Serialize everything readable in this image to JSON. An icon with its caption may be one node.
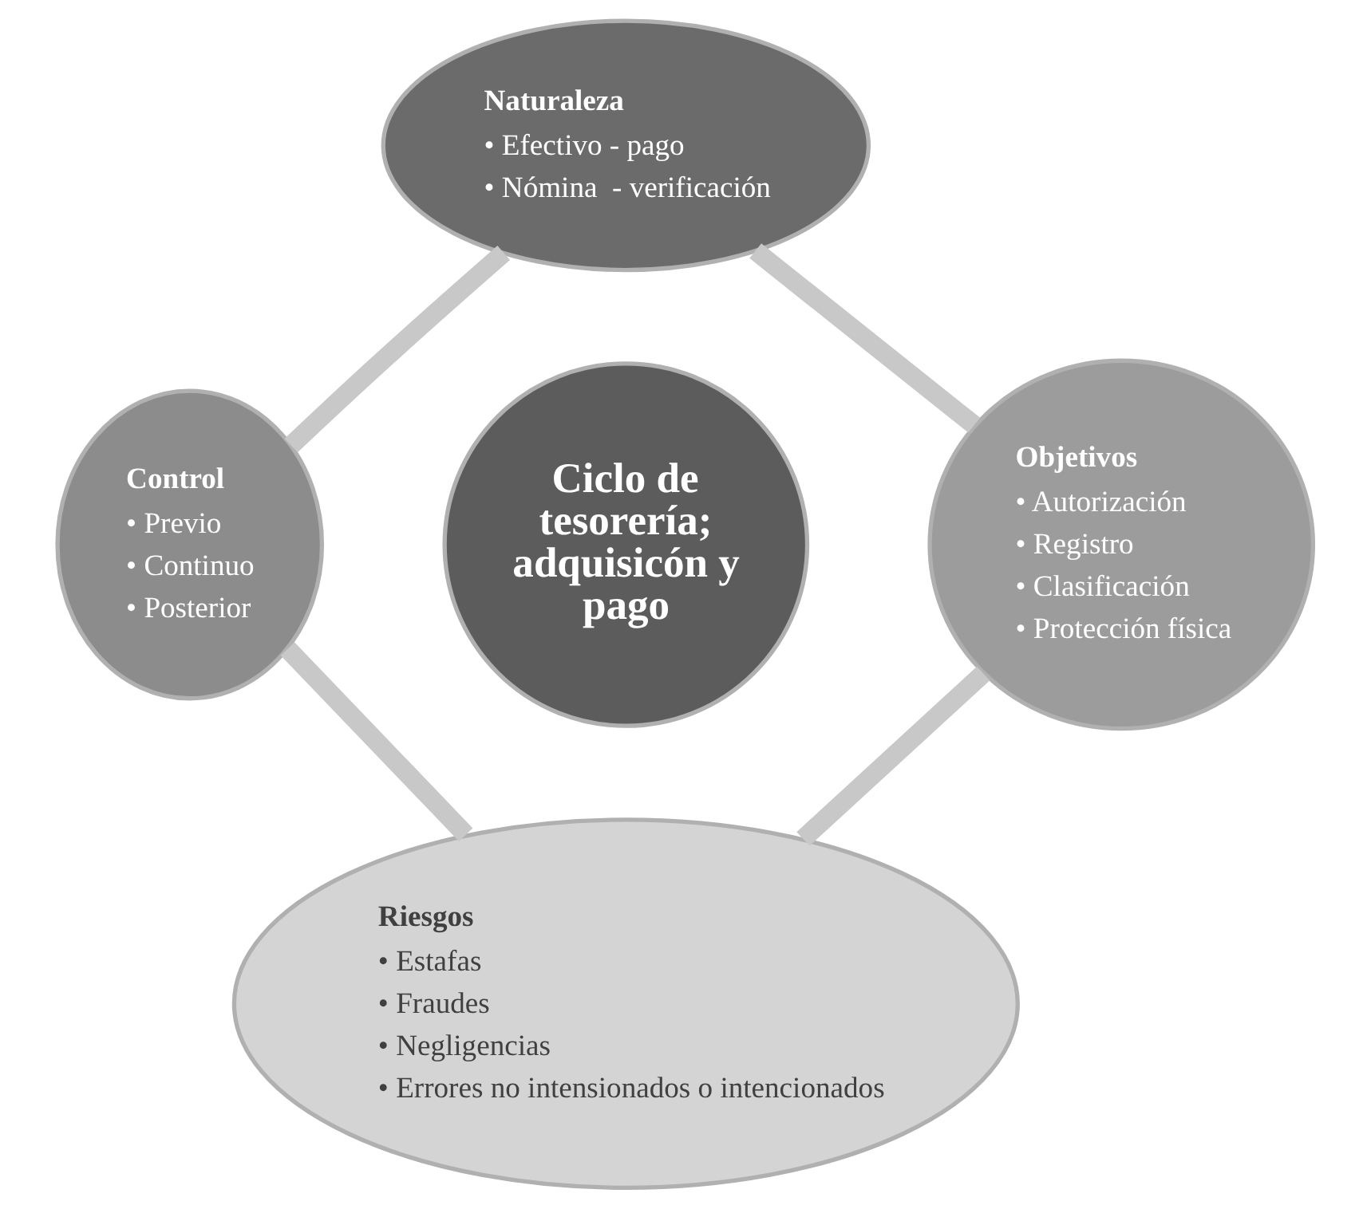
{
  "diagram": {
    "nodes": [
      {
        "text": [
          "Naturaleza",
          "• Efectivo - pago",
          "• Nómina  - verificación"
        ]
      },
      {
        "text": [
          "Control",
          "• Previo",
          "• Continuo",
          "• Posterior"
        ]
      },
      {
        "text": [
          "Ciclo de tesorería; adquisicón y pago"
        ]
      },
      {
        "text": [
          "Objetivos",
          "• Autorización",
          "• Registro",
          "• Clasificación",
          "• Protección física"
        ]
      },
      {
        "text": [
          "Riesgos",
          "• Estafas",
          "• Fraudes",
          "• Negligencias",
          "• Errores no intensionados o intencionados"
        ]
      }
    ],
    "edges": [
      {
        "from": 0,
        "to": 3,
        "arrow": "none"
      },
      {
        "from": 3,
        "to": 4,
        "arrow": "none"
      },
      {
        "from": 4,
        "to": 1,
        "arrow": "none"
      },
      {
        "from": 1,
        "to": 0,
        "arrow": "none"
      }
    ]
  }
}
